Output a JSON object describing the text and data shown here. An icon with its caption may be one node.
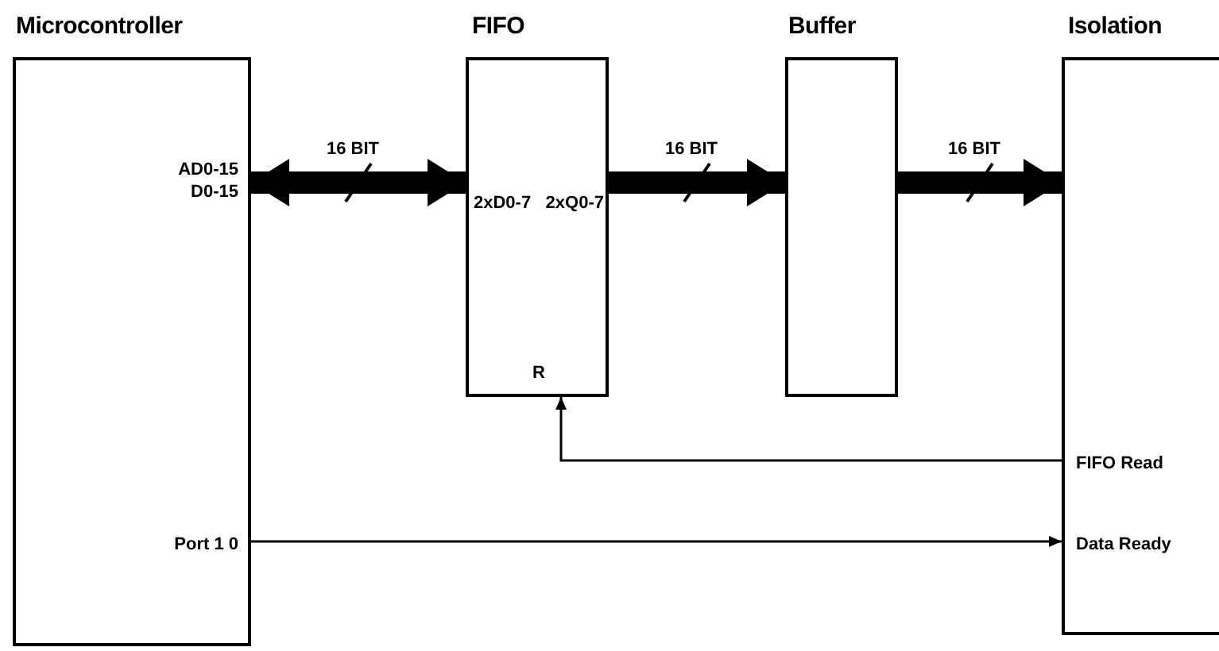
{
  "diagram": {
    "nodes": [
      {
        "text": [
          "Microcontroller",
          "AD0-15 D0-15",
          "Port 1 0"
        ]
      },
      {
        "text": [
          "FIFO",
          "2xD0-7",
          "2xQ0-7",
          "R"
        ]
      },
      {
        "text": [
          "Buffer"
        ]
      },
      {
        "text": [
          "Isolation",
          "FIFO Read",
          "Data Ready"
        ]
      }
    ],
    "edges": [
      {
        "from": 0,
        "to": 1,
        "arrow": "both",
        "label": "16 BIT"
      },
      {
        "from": 1,
        "to": 2,
        "arrow": "to",
        "label": "16 BIT"
      },
      {
        "from": 2,
        "to": 3,
        "arrow": "to",
        "label": "16 BIT"
      },
      {
        "from": 3,
        "to": 1,
        "arrow": "to"
      },
      {
        "from": 0,
        "to": 3,
        "arrow": "to"
      }
    ]
  }
}
